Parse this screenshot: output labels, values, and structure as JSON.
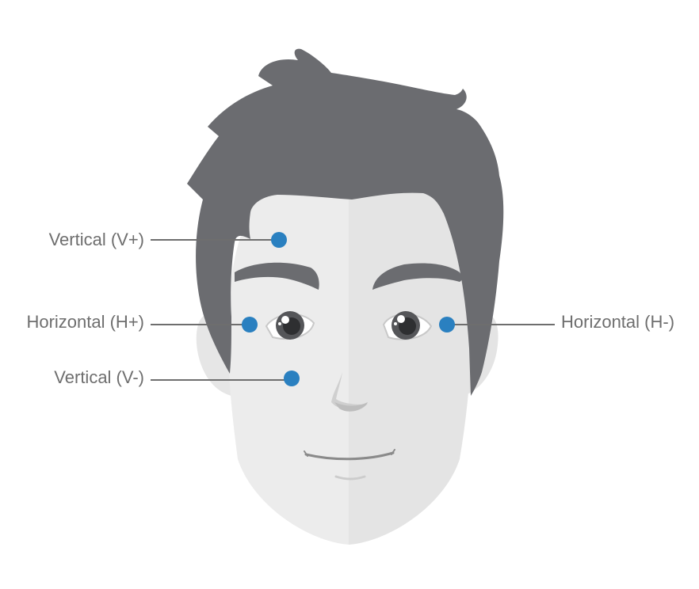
{
  "colors": {
    "hair": "#6b6c70",
    "skin_light": "#ececec",
    "skin_shadow": "#e4e4e4",
    "brow": "#6b6c70",
    "electrode": "#2a80c0",
    "label_text": "#6e6e6e",
    "leader_line": "#6e6e6e"
  },
  "electrodes": [
    {
      "id": "v-plus",
      "label": "Vertical (V+)"
    },
    {
      "id": "h-plus",
      "label": "Horizontal (H+)"
    },
    {
      "id": "v-minus",
      "label": "Vertical (V-)"
    },
    {
      "id": "h-minus",
      "label": "Horizontal (H-)"
    }
  ]
}
